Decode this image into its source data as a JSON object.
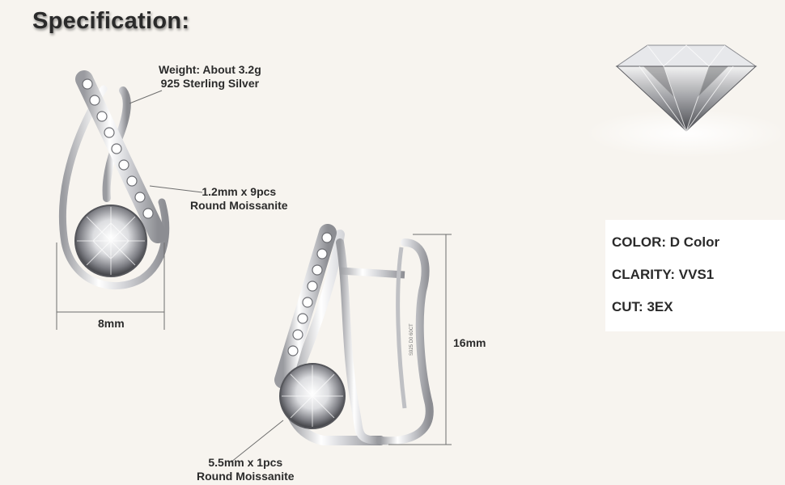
{
  "title": "Specification:",
  "labels": {
    "weight": "Weight: About 3.2g",
    "metal": "925 Sterling Silver",
    "small_stones_size": "1.2mm x 9pcs",
    "small_stones_type": "Round Moissanite",
    "width": "8mm",
    "height": "16mm",
    "main_stone_size": "5.5mm x 1pcs",
    "main_stone_type": "Round Moissanite"
  },
  "specs": {
    "color": "COLOR: D Color",
    "clarity": "CLARITY: VVS1",
    "cut": "CUT: 3EX"
  },
  "engraving": "S925  D0  60CT",
  "colors": {
    "background": "#f7f4ef",
    "metal": "#e8e8ea",
    "text": "#2a2a2a"
  }
}
